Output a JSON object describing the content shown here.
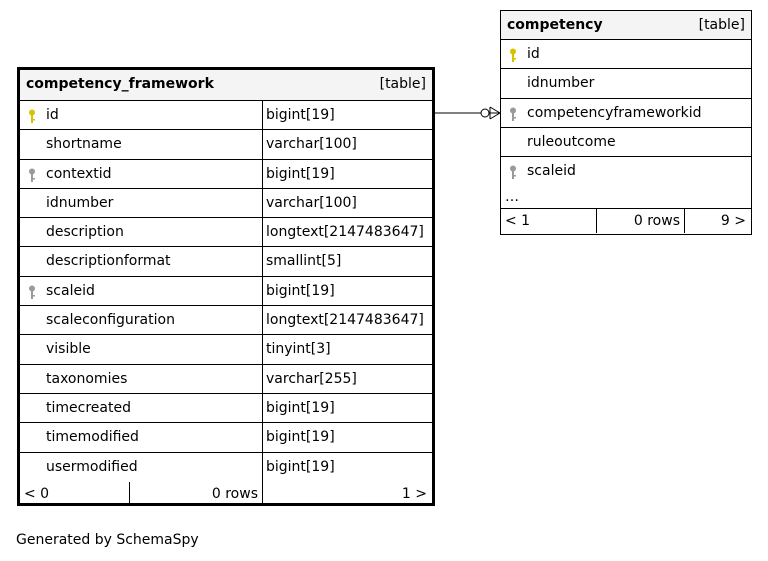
{
  "framework": {
    "name": "competency_framework",
    "kind": "[table]",
    "columns": [
      {
        "name": "id",
        "type": "bigint[19]",
        "key": "primary"
      },
      {
        "name": "shortname",
        "type": "varchar[100]",
        "key": ""
      },
      {
        "name": "contextid",
        "type": "bigint[19]",
        "key": "foreign"
      },
      {
        "name": "idnumber",
        "type": "varchar[100]",
        "key": ""
      },
      {
        "name": "description",
        "type": "longtext[2147483647]",
        "key": ""
      },
      {
        "name": "descriptionformat",
        "type": "smallint[5]",
        "key": ""
      },
      {
        "name": "scaleid",
        "type": "bigint[19]",
        "key": "foreign"
      },
      {
        "name": "scaleconfiguration",
        "type": "longtext[2147483647]",
        "key": ""
      },
      {
        "name": "visible",
        "type": "tinyint[3]",
        "key": ""
      },
      {
        "name": "taxonomies",
        "type": "varchar[255]",
        "key": ""
      },
      {
        "name": "timecreated",
        "type": "bigint[19]",
        "key": ""
      },
      {
        "name": "timemodified",
        "type": "bigint[19]",
        "key": ""
      },
      {
        "name": "usermodified",
        "type": "bigint[19]",
        "key": ""
      }
    ],
    "footer": {
      "parents": "< 0",
      "rows": "0 rows",
      "children": "1 >"
    }
  },
  "competency": {
    "name": "competency",
    "kind": "[table]",
    "columns": [
      {
        "name": "id",
        "key": "primary"
      },
      {
        "name": "idnumber",
        "key": ""
      },
      {
        "name": "competencyframeworkid",
        "key": "foreign"
      },
      {
        "name": "ruleoutcome",
        "key": ""
      },
      {
        "name": "scaleid",
        "key": "foreign"
      }
    ],
    "ellipsis": "…",
    "footer": {
      "parents": "< 1",
      "rows": "0 rows",
      "children": "9 >"
    }
  },
  "generated_by": "Generated by SchemaSpy",
  "colors": {
    "primary_key": "#d4c400",
    "foreign_key": "#9a9a9a",
    "header_bg": "#f4f4f4"
  }
}
